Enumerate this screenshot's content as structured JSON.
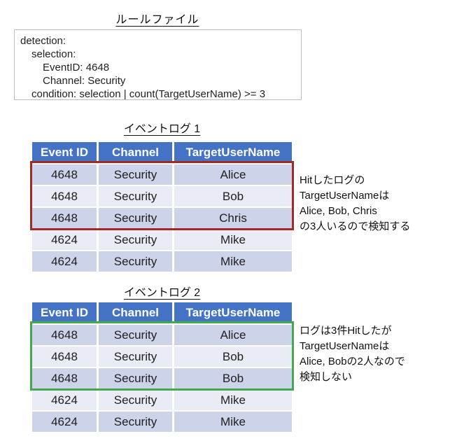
{
  "colors": {
    "header_bg": "#4472C4",
    "header_text": "#FFFFFF",
    "row_dark": "#CDD3E8",
    "row_light": "#E9EBF5",
    "highlight_red": "#A02B25",
    "highlight_green": "#44A94E",
    "rule_box_border": "#BFBFBF"
  },
  "rule_file": {
    "title": "ルールファイル",
    "lines": [
      {
        "indent": 0,
        "text": "detection:"
      },
      {
        "indent": 1,
        "text": "selection:"
      },
      {
        "indent": 2,
        "text": "EventID: 4648"
      },
      {
        "indent": 2,
        "text": "Channel: Security"
      },
      {
        "indent": 1,
        "text": "condition: selection | count(TargetUserName) >= 3"
      }
    ]
  },
  "log1": {
    "title": "イベントログ 1",
    "columns": [
      "Event ID",
      "Channel",
      "TargetUserName"
    ],
    "rows": [
      [
        "4648",
        "Security",
        "Alice"
      ],
      [
        "4648",
        "Security",
        "Bob"
      ],
      [
        "4648",
        "Security",
        "Chris"
      ],
      [
        "4624",
        "Security",
        "Mike"
      ],
      [
        "4624",
        "Security",
        "Mike"
      ]
    ],
    "highlighted_rows": [
      1,
      2,
      3
    ],
    "highlight_color_name": "red",
    "annotation_lines": [
      "Hitしたログの",
      "TargetUserNameは",
      "Alice, Bob, Chris",
      "の3人いるので検知する"
    ]
  },
  "log2": {
    "title": "イベントログ 2",
    "columns": [
      "Event ID",
      "Channel",
      "TargetUserName"
    ],
    "rows": [
      [
        "4648",
        "Security",
        "Alice"
      ],
      [
        "4648",
        "Security",
        "Bob"
      ],
      [
        "4648",
        "Security",
        "Bob"
      ],
      [
        "4624",
        "Security",
        "Mike"
      ],
      [
        "4624",
        "Security",
        "Mike"
      ]
    ],
    "highlighted_rows": [
      1,
      2,
      3
    ],
    "highlight_color_name": "green",
    "annotation_lines": [
      "ログは3件Hitしたが",
      "TargetUserNameは",
      "Alice, Bobの2人なので",
      "検知しない"
    ]
  }
}
